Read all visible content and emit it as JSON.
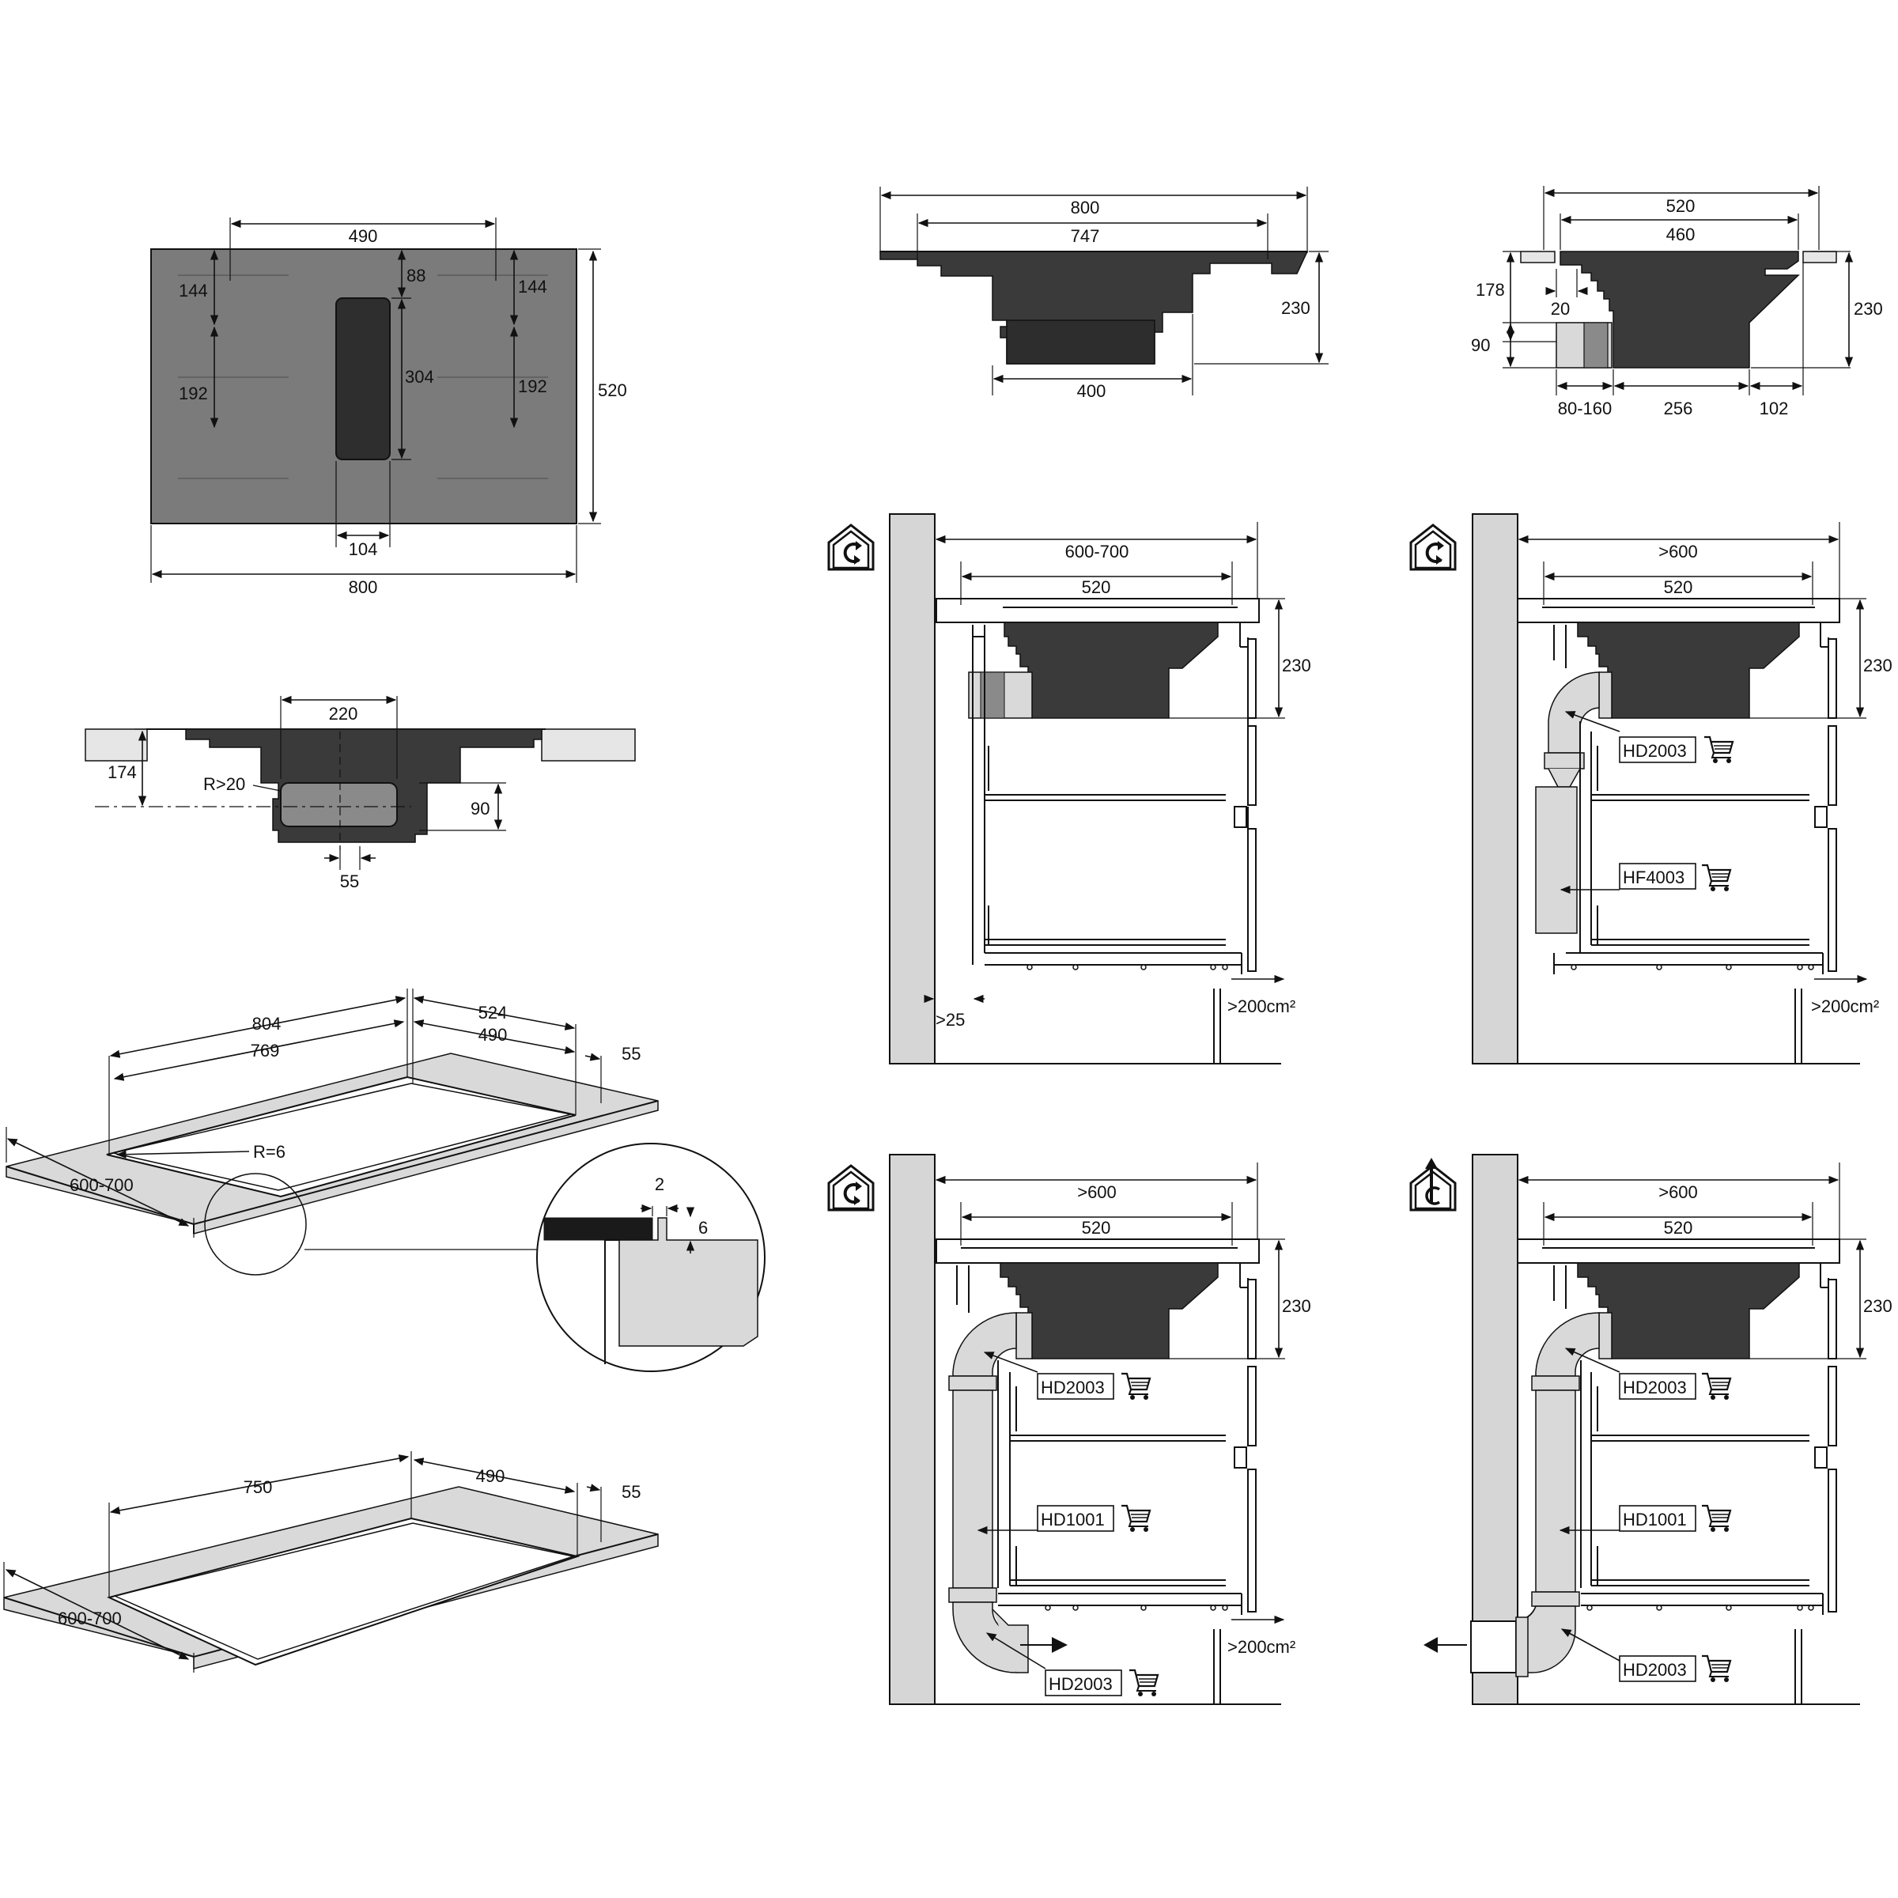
{
  "top_view": {
    "width_total": "800",
    "depth_total": "520",
    "zone_spacing": "490",
    "zone_top_left": "144",
    "zone_top_right": "144",
    "zone_depth_left": "192",
    "zone_depth_right": "192",
    "vent_top_offset": "88",
    "vent_length": "304",
    "vent_width": "104"
  },
  "front_section": {
    "width_outer": "800",
    "width_inner": "747",
    "height": "230",
    "body_width": "400"
  },
  "side_section": {
    "width_outer": "520",
    "width_inner": "460",
    "height_total": "230",
    "height_178": "178",
    "height_90": "90",
    "offset_20": "20",
    "span_80_160": "80-160",
    "span_256": "256",
    "span_102": "102"
  },
  "duct_section": {
    "width_220": "220",
    "height_174": "174",
    "radius": "R>20",
    "height_90": "90",
    "offset_55": "55"
  },
  "cutout_flush": {
    "dim_804": "804",
    "dim_769": "769",
    "dim_524": "524",
    "dim_490": "490",
    "dim_55": "55",
    "dim_depth": "600-700",
    "radius": "R=6",
    "detail_2": "2",
    "detail_6": "6"
  },
  "cutout_surface": {
    "dim_750": "750",
    "dim_490": "490",
    "dim_55": "55",
    "dim_depth": "600-700"
  },
  "install_a": {
    "width_outer": "600-700",
    "width_inner": "520",
    "height": "230",
    "gap": ">25",
    "vent_area": ">200cm²"
  },
  "install_b": {
    "width_outer": ">600",
    "width_inner": "520",
    "height": "230",
    "part_1": "HD2003",
    "part_2": "HF4003",
    "vent_area": ">200cm²"
  },
  "install_c": {
    "width_outer": ">600",
    "width_inner": "520",
    "height": "230",
    "part_1": "HD2003",
    "part_2": "HD1001",
    "part_3": "HD2003",
    "vent_area": ">200cm²"
  },
  "install_d": {
    "width_outer": ">600",
    "width_inner": "520",
    "height": "230",
    "part_1": "HD2003",
    "part_2": "HD1001",
    "part_3": "HD2003"
  },
  "icons": [
    "recirculation-house-icon",
    "extraction-house-icon",
    "shopping-cart-icon"
  ]
}
